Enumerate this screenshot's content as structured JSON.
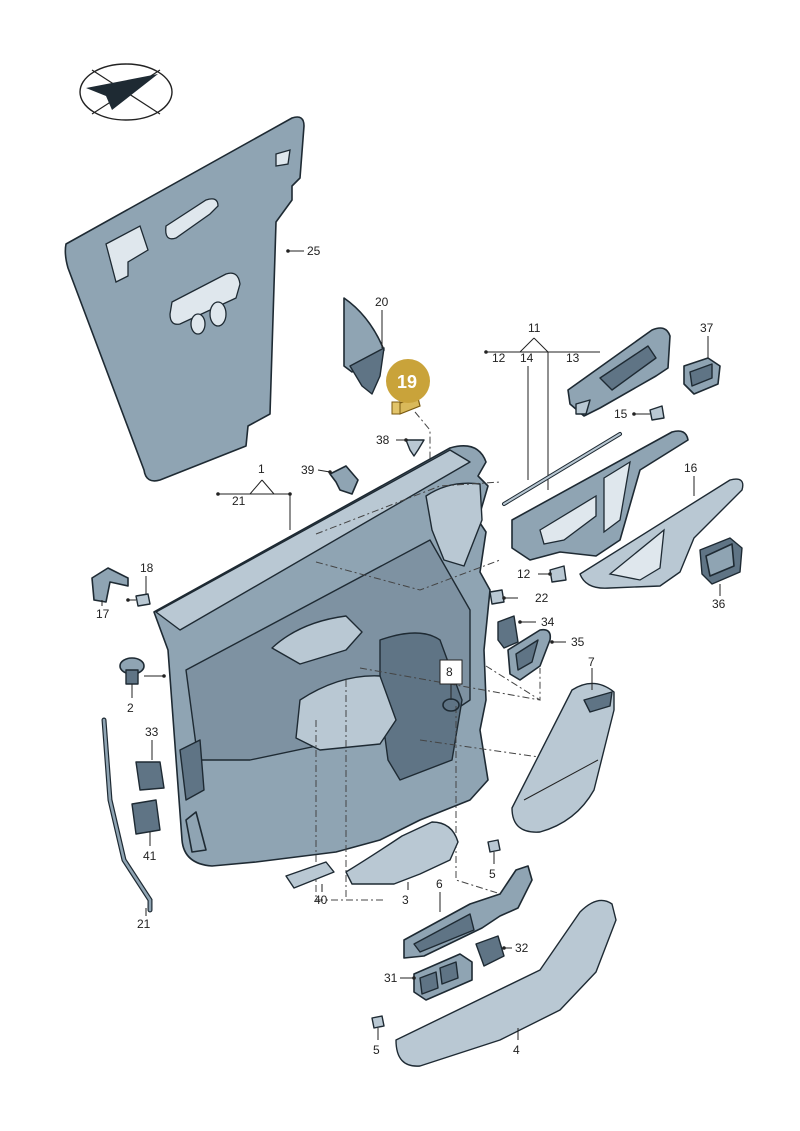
{
  "highlight": {
    "label": "19",
    "color": "#c9a33a"
  },
  "labels": {
    "l1": "1",
    "l2": "2",
    "l3": "3",
    "l4": "4",
    "l5a": "5",
    "l5b": "5",
    "l6": "6",
    "l7": "7",
    "l8": "8",
    "l11": "11",
    "l12a": "12",
    "l12b": "12",
    "l13": "13",
    "l14": "14",
    "l15": "15",
    "l16": "16",
    "l17": "17",
    "l18": "18",
    "l20": "20",
    "l21a": "21",
    "l21b": "21",
    "l22": "22",
    "l25": "25",
    "l31": "31",
    "l32": "32",
    "l33": "33",
    "l34": "34",
    "l35": "35",
    "l36": "36",
    "l37": "37",
    "l38": "38",
    "l39": "39",
    "l40": "40",
    "l41": "41"
  },
  "icons": {
    "orientation": "orientation-arrow-icon"
  },
  "colors": {
    "part_fill": "#8fa4b3",
    "part_outline": "#1e2a33"
  }
}
